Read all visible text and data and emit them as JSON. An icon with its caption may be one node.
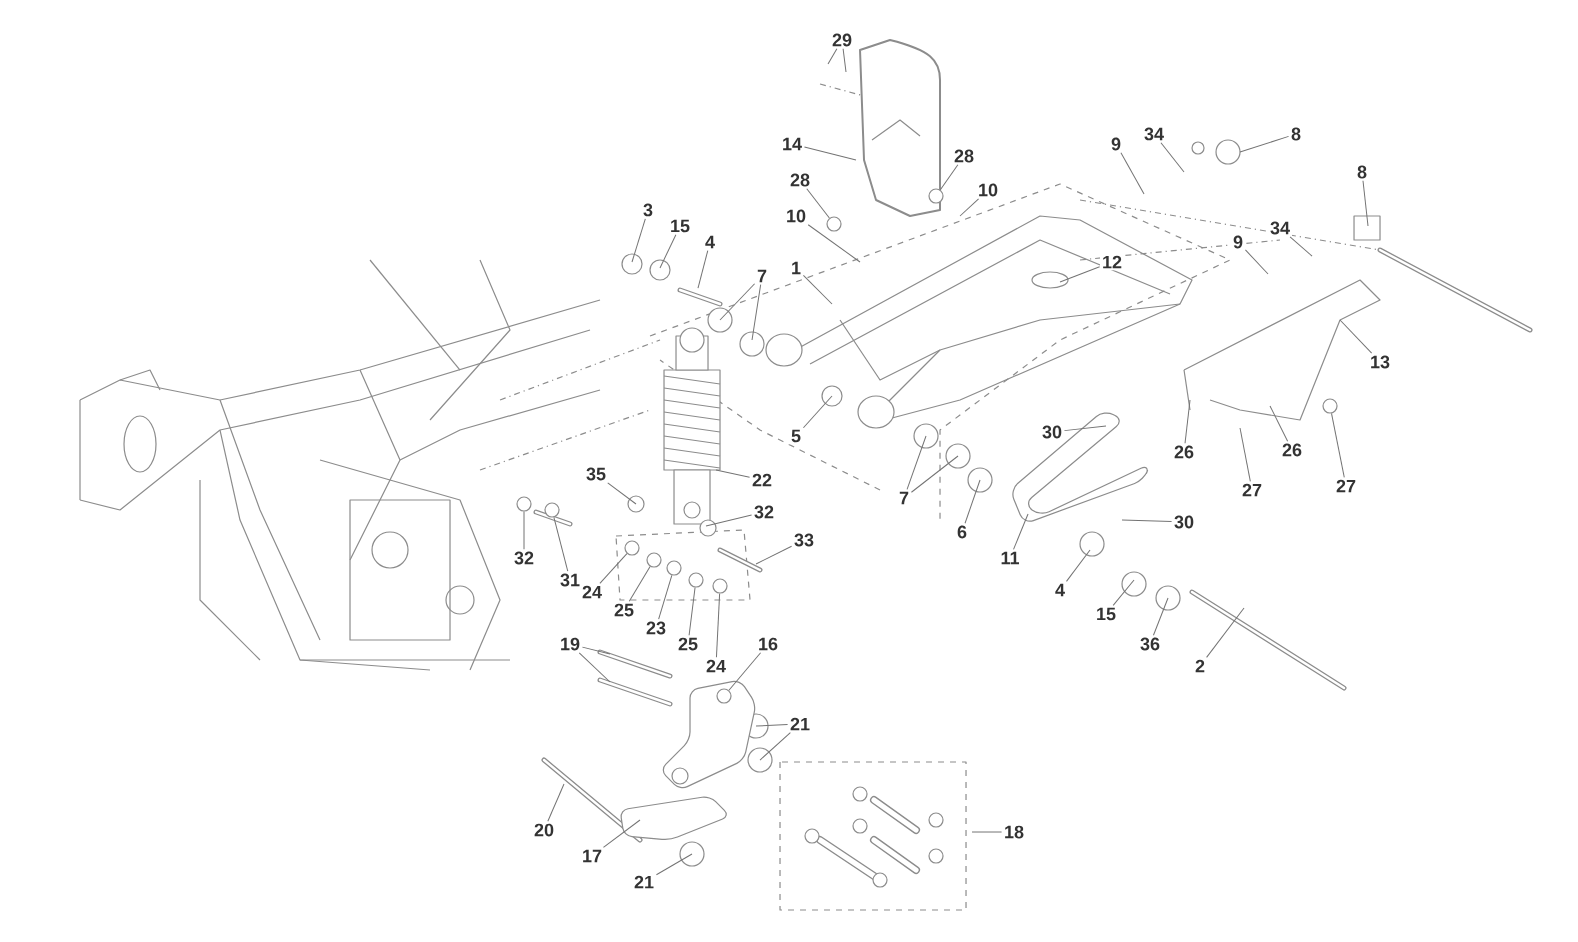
{
  "diagram": {
    "nodes": [
      {
        "text": [
          "29"
        ]
      },
      {
        "text": [
          "8"
        ]
      },
      {
        "text": [
          "9"
        ]
      },
      {
        "text": [
          "34"
        ]
      },
      {
        "text": [
          "14"
        ]
      },
      {
        "text": [
          "28"
        ]
      },
      {
        "text": [
          "8"
        ]
      },
      {
        "text": [
          "28"
        ]
      },
      {
        "text": [
          "10"
        ]
      },
      {
        "text": [
          "3"
        ]
      },
      {
        "text": [
          "10"
        ]
      },
      {
        "text": [
          "15"
        ]
      },
      {
        "text": [
          "34"
        ]
      },
      {
        "text": [
          "9"
        ]
      },
      {
        "text": [
          "4"
        ]
      },
      {
        "text": [
          "1"
        ]
      },
      {
        "text": [
          "12"
        ]
      },
      {
        "text": [
          "7"
        ]
      },
      {
        "text": [
          "13"
        ]
      },
      {
        "text": [
          "5"
        ]
      },
      {
        "text": [
          "30"
        ]
      },
      {
        "text": [
          "26"
        ]
      },
      {
        "text": [
          "26"
        ]
      },
      {
        "text": [
          "35"
        ]
      },
      {
        "text": [
          "22"
        ]
      },
      {
        "text": [
          "27"
        ]
      },
      {
        "text": [
          "27"
        ]
      },
      {
        "text": [
          "7"
        ]
      },
      {
        "text": [
          "32"
        ]
      },
      {
        "text": [
          "30"
        ]
      },
      {
        "text": [
          "6"
        ]
      },
      {
        "text": [
          "33"
        ]
      },
      {
        "text": [
          "32"
        ]
      },
      {
        "text": [
          "11"
        ]
      },
      {
        "text": [
          "31"
        ]
      },
      {
        "text": [
          "4"
        ]
      },
      {
        "text": [
          "24"
        ]
      },
      {
        "text": [
          "25"
        ]
      },
      {
        "text": [
          "15"
        ]
      },
      {
        "text": [
          "23"
        ]
      },
      {
        "text": [
          "25"
        ]
      },
      {
        "text": [
          "19"
        ]
      },
      {
        "text": [
          "36"
        ]
      },
      {
        "text": [
          "16"
        ]
      },
      {
        "text": [
          "24"
        ]
      },
      {
        "text": [
          "2"
        ]
      },
      {
        "text": [
          "21"
        ]
      },
      {
        "text": [
          "20"
        ]
      },
      {
        "text": [
          "18"
        ]
      },
      {
        "text": [
          "17"
        ]
      },
      {
        "text": [
          "21"
        ]
      },
      {
        "text": [],
        "shape": "circle"
      },
      {
        "text": [],
        "shape": "circle"
      },
      {
        "text": [],
        "shape": "circle"
      },
      {
        "text": [],
        "shape": "circle"
      },
      {
        "text": [],
        "shape": "circle"
      },
      {
        "text": [],
        "shape": "circle"
      },
      {
        "text": [],
        "shape": "circle"
      },
      {
        "text": [],
        "shape": "circle"
      },
      {
        "text": [],
        "shape": "circle"
      },
      {
        "text": [],
        "shape": "circle"
      },
      {
        "text": [],
        "shape": "circle"
      }
    ],
    "edges": [
      {
        "from": 0,
        "to": null,
        "arrow": "none"
      },
      {
        "from": 0,
        "to": null,
        "arrow": "none"
      },
      {
        "from": 1,
        "to": null,
        "arrow": "none"
      },
      {
        "from": 2,
        "to": null,
        "arrow": "none"
      },
      {
        "from": 3,
        "to": null,
        "arrow": "none"
      },
      {
        "from": 4,
        "to": null,
        "arrow": "none"
      },
      {
        "from": 5,
        "to": 60,
        "arrow": "none"
      },
      {
        "from": 6,
        "to": null,
        "arrow": "none"
      },
      {
        "from": 7,
        "to": 59,
        "arrow": "none"
      },
      {
        "from": 8,
        "to": null,
        "arrow": "none"
      },
      {
        "from": 9,
        "to": null,
        "arrow": "none"
      },
      {
        "from": 10,
        "to": null,
        "arrow": "none"
      },
      {
        "from": 11,
        "to": null,
        "arrow": "none"
      },
      {
        "from": 12,
        "to": null,
        "arrow": "none"
      },
      {
        "from": 13,
        "to": null,
        "arrow": "none"
      },
      {
        "from": 14,
        "to": null,
        "arrow": "none"
      },
      {
        "from": 15,
        "to": null,
        "arrow": "none"
      },
      {
        "from": 16,
        "to": null,
        "arrow": "none"
      },
      {
        "from": 17,
        "to": null,
        "arrow": "none"
      },
      {
        "from": 17,
        "to": null,
        "arrow": "none"
      },
      {
        "from": 18,
        "to": null,
        "arrow": "none"
      },
      {
        "from": 19,
        "to": null,
        "arrow": "none"
      },
      {
        "from": 20,
        "to": null,
        "arrow": "none"
      },
      {
        "from": 21,
        "to": null,
        "arrow": "none"
      },
      {
        "from": 22,
        "to": null,
        "arrow": "none"
      },
      {
        "from": 23,
        "to": null,
        "arrow": "none"
      },
      {
        "from": 24,
        "to": null,
        "arrow": "none"
      },
      {
        "from": 25,
        "to": null,
        "arrow": "none"
      },
      {
        "from": 26,
        "to": 61,
        "arrow": "none"
      },
      {
        "from": 27,
        "to": null,
        "arrow": "none"
      },
      {
        "from": 27,
        "to": null,
        "arrow": "none"
      },
      {
        "from": 28,
        "to": null,
        "arrow": "none"
      },
      {
        "from": 29,
        "to": null,
        "arrow": "none"
      },
      {
        "from": 30,
        "to": null,
        "arrow": "none"
      },
      {
        "from": 31,
        "to": null,
        "arrow": "none"
      },
      {
        "from": 32,
        "to": 51,
        "arrow": "none"
      },
      {
        "from": 33,
        "to": null,
        "arrow": "none"
      },
      {
        "from": 34,
        "to": 52,
        "arrow": "none"
      },
      {
        "from": 35,
        "to": null,
        "arrow": "none"
      },
      {
        "from": 36,
        "to": 53,
        "arrow": "none"
      },
      {
        "from": 37,
        "to": 54,
        "arrow": "none"
      },
      {
        "from": 38,
        "to": null,
        "arrow": "none"
      },
      {
        "from": 39,
        "to": 55,
        "arrow": "none"
      },
      {
        "from": 40,
        "to": 56,
        "arrow": "none"
      },
      {
        "from": 41,
        "to": null,
        "arrow": "none"
      },
      {
        "from": 41,
        "to": null,
        "arrow": "none"
      },
      {
        "from": 42,
        "to": null,
        "arrow": "none"
      },
      {
        "from": 43,
        "to": 58,
        "arrow": "none"
      },
      {
        "from": 44,
        "to": 57,
        "arrow": "none"
      },
      {
        "from": 45,
        "to": null,
        "arrow": "none"
      },
      {
        "from": 46,
        "to": null,
        "arrow": "none"
      },
      {
        "from": 46,
        "to": null,
        "arrow": "none"
      },
      {
        "from": 47,
        "to": null,
        "arrow": "none"
      },
      {
        "from": 48,
        "to": null,
        "arrow": "none"
      },
      {
        "from": 49,
        "to": null,
        "arrow": "none"
      },
      {
        "from": 50,
        "to": null,
        "arrow": "none"
      }
    ]
  }
}
